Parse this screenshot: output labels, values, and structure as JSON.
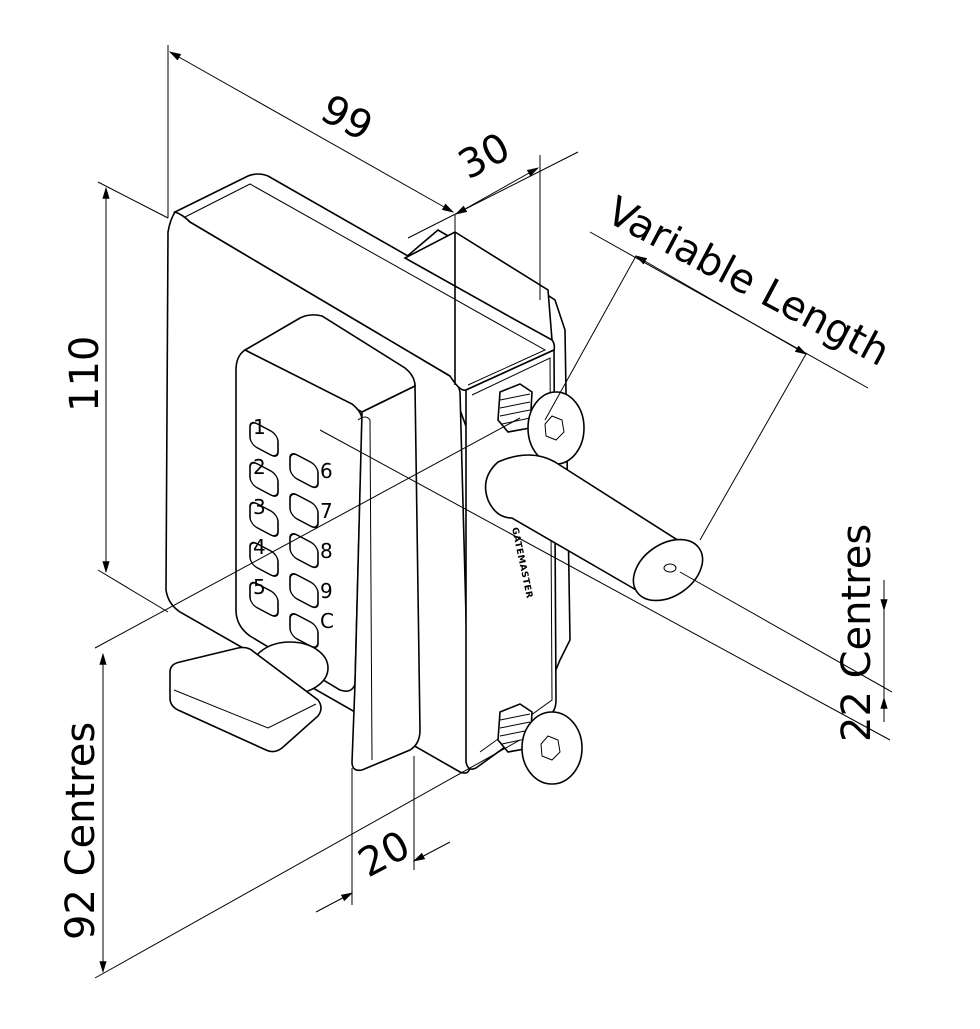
{
  "dimensions": {
    "width": "99",
    "depth": "30",
    "height": "110",
    "bolt_length": "Variable Length",
    "bolt_centres": "22 Centres",
    "screw_centres": "92 Centres",
    "knob_offset": "20"
  },
  "keypad": {
    "left_keys": [
      "1",
      "2",
      "3",
      "4",
      "5"
    ],
    "right_keys": [
      "6",
      "7",
      "8",
      "9",
      "C"
    ]
  },
  "branding": {
    "side_text": "GATEMASTER"
  },
  "colors": {
    "line": "#000000",
    "background": "#ffffff"
  }
}
